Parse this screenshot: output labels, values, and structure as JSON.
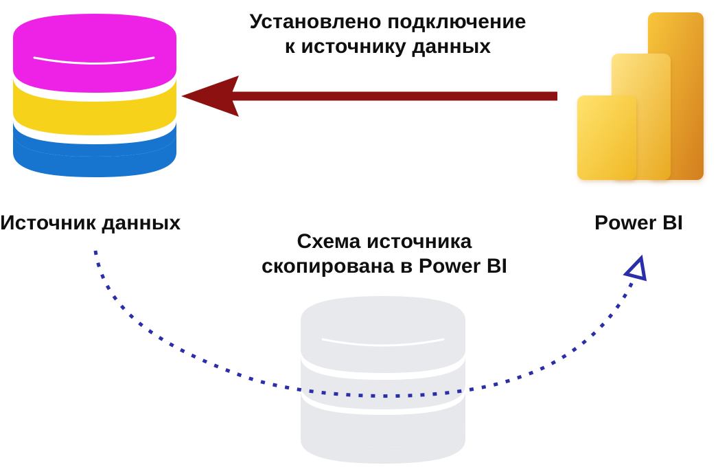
{
  "diagram": {
    "connection_caption": {
      "line1": "Установлено подключение",
      "line2": "к источнику данных"
    },
    "source_label": "Источник данных",
    "powerbi_label": "Power BI",
    "schema_caption": {
      "line1": "Схема источника",
      "line2": "скопирована в Power BI"
    },
    "icons": {
      "source": "database-icon",
      "schema_copy": "database-copy-icon",
      "powerbi": "power-bi-logo-icon"
    },
    "colors": {
      "database_top": "#ee22e6",
      "database_middle": "#f7d21a",
      "database_bottom": "#1774cf",
      "connection_arrow": "#8d1111",
      "schema_flow": "#2a2ea9",
      "schema_database": "#e5e7ea",
      "powerbi_gold": "#f3be22",
      "powerbi_orange": "#df8d1f"
    }
  }
}
